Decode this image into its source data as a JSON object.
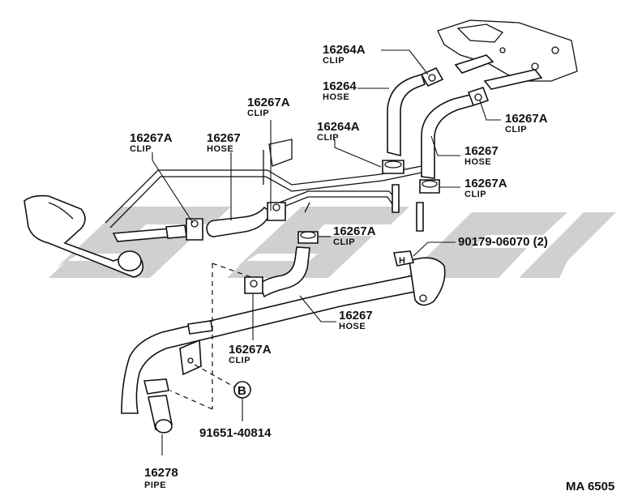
{
  "diagram": {
    "callouts": [
      {
        "id": "c1",
        "part_no": "16264A",
        "name": "CLIP"
      },
      {
        "id": "c2",
        "part_no": "16264",
        "name": "HOSE"
      },
      {
        "id": "c3",
        "part_no": "16267A",
        "name": "CLIP"
      },
      {
        "id": "c4",
        "part_no": "16267A",
        "name": "CLIP"
      },
      {
        "id": "c5",
        "part_no": "16264A",
        "name": "CLIP"
      },
      {
        "id": "c6",
        "part_no": "16267",
        "name": "HOSE"
      },
      {
        "id": "c7",
        "part_no": "16267A",
        "name": "CLIP"
      },
      {
        "id": "c8",
        "part_no": "16267",
        "name": "HOSE"
      },
      {
        "id": "c9",
        "part_no": "16267A",
        "name": "CLIP"
      },
      {
        "id": "c10",
        "part_no": "16267A",
        "name": "CLIP"
      },
      {
        "id": "c11",
        "part_no": "90179-06070 (2)",
        "name": ""
      },
      {
        "id": "c12",
        "part_no": "16267",
        "name": "HOSE"
      },
      {
        "id": "c13",
        "part_no": "16267A",
        "name": "CLIP"
      },
      {
        "id": "c14",
        "part_no": "91651-40814",
        "name": ""
      },
      {
        "id": "c15",
        "part_no": "16278",
        "name": "PIPE"
      }
    ],
    "markers": {
      "bolt_marker": "B",
      "nut_marker": "H"
    },
    "figure_code": "MA 6505"
  }
}
